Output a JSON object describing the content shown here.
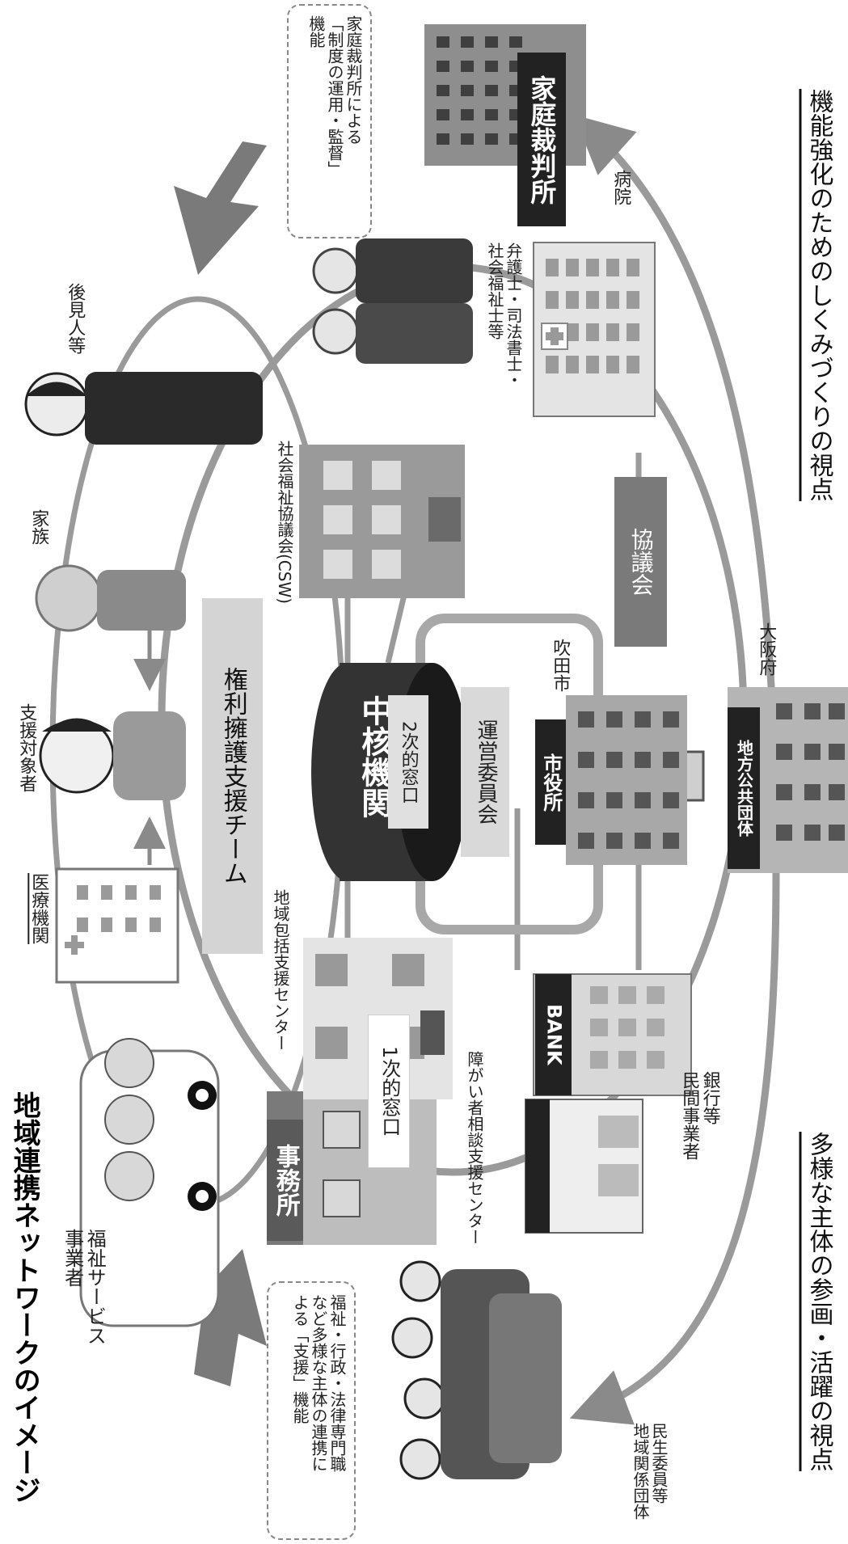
{
  "title": "地域連携ネットワークのイメージ",
  "perspectives": {
    "participation": "多様な主体の参画・活躍の視点",
    "functional": "機能強化のためのしくみづくりの視点"
  },
  "support_function_note": "福祉・行政・法律専門職\nなど多様な主体の連携に\nよる「支援」機能",
  "court_function_note": "家庭裁判所による\n「制度の運用・監督」\n機能",
  "team": {
    "label": "権利擁護支援チーム",
    "members": {
      "welfare_service": "福祉サービス\n事業者",
      "medical": "医療機関",
      "subject": "支援対象者",
      "family": "家族",
      "guardian": "後見人等"
    }
  },
  "core_agency": {
    "title": "中核機関",
    "window": "2次的窓口"
  },
  "first_window": "1次的窓口",
  "management_committee": "運営委員会",
  "council": "協議会",
  "labels": {
    "community_center": "地域包括支援センター",
    "disability_center": "障がい者相談支援センター",
    "csw": "社会福祉協議会(CSW)",
    "professionals": "弁護士・司法書士・\n社会福祉士等",
    "hospital": "病院",
    "family_court": "家庭裁判所",
    "bank": "銀行等\n民間事業者",
    "volunteers": "民生委員等\n地域関係団体",
    "suita": "吹田市",
    "osaka": "大阪府"
  },
  "signs": {
    "office": "事務所",
    "city_hall": "市役所",
    "local_gov": "地方公共団体",
    "bank": "BANK",
    "court": "家庭裁判所"
  }
}
